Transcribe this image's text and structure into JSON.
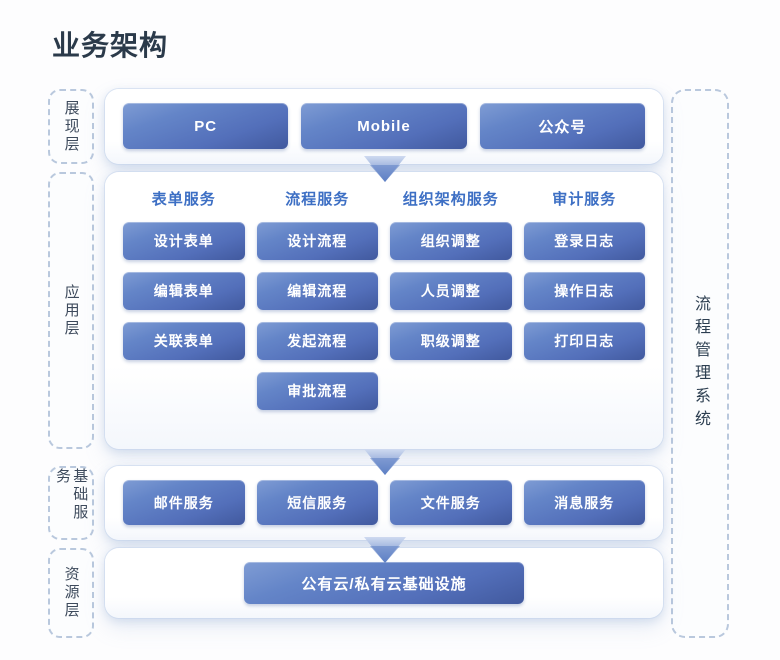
{
  "page": {
    "title": "业务架构",
    "title_color": "#2b3a4a",
    "background": "#fdfdfe"
  },
  "colors": {
    "button_gradient_top": "#7f9cd4",
    "button_gradient_bottom": "#41599e",
    "column_header": "#3d6fc4",
    "tag_border": "#b9c8dd",
    "tag_text": "#3d4a5c",
    "system_text": "#2c3e50",
    "panel_background": "#ffffff",
    "chevron": "#6b8bcc"
  },
  "layer_tags": [
    {
      "id": "presentation",
      "label": "展现层"
    },
    {
      "id": "application",
      "label": "应用层"
    },
    {
      "id": "basic-services",
      "label": "基础服务"
    },
    {
      "id": "resource",
      "label": "资源层"
    }
  ],
  "system_tag": {
    "label": "流程管理系统"
  },
  "layers": {
    "presentation": {
      "items": [
        "PC",
        "Mobile",
        "公众号"
      ]
    },
    "application": {
      "columns": [
        {
          "header": "表单服务",
          "items": [
            "设计表单",
            "编辑表单",
            "关联表单"
          ]
        },
        {
          "header": "流程服务",
          "items": [
            "设计流程",
            "编辑流程",
            "发起流程",
            "审批流程"
          ]
        },
        {
          "header": "组织架构服务",
          "items": [
            "组织调整",
            "人员调整",
            "职级调整"
          ]
        },
        {
          "header": "审计服务",
          "items": [
            "登录日志",
            "操作日志",
            "打印日志"
          ]
        }
      ]
    },
    "basic_services": {
      "items": [
        "邮件服务",
        "短信服务",
        "文件服务",
        "消息服务"
      ]
    },
    "resource": {
      "items": [
        "公有云/私有云基础设施"
      ]
    }
  },
  "connectors": [
    {
      "id": "present-to-app",
      "icon": "chevron-down-icon"
    },
    {
      "id": "app-to-basic",
      "icon": "chevron-down-icon"
    },
    {
      "id": "basic-to-resource",
      "icon": "chevron-down-icon"
    }
  ]
}
